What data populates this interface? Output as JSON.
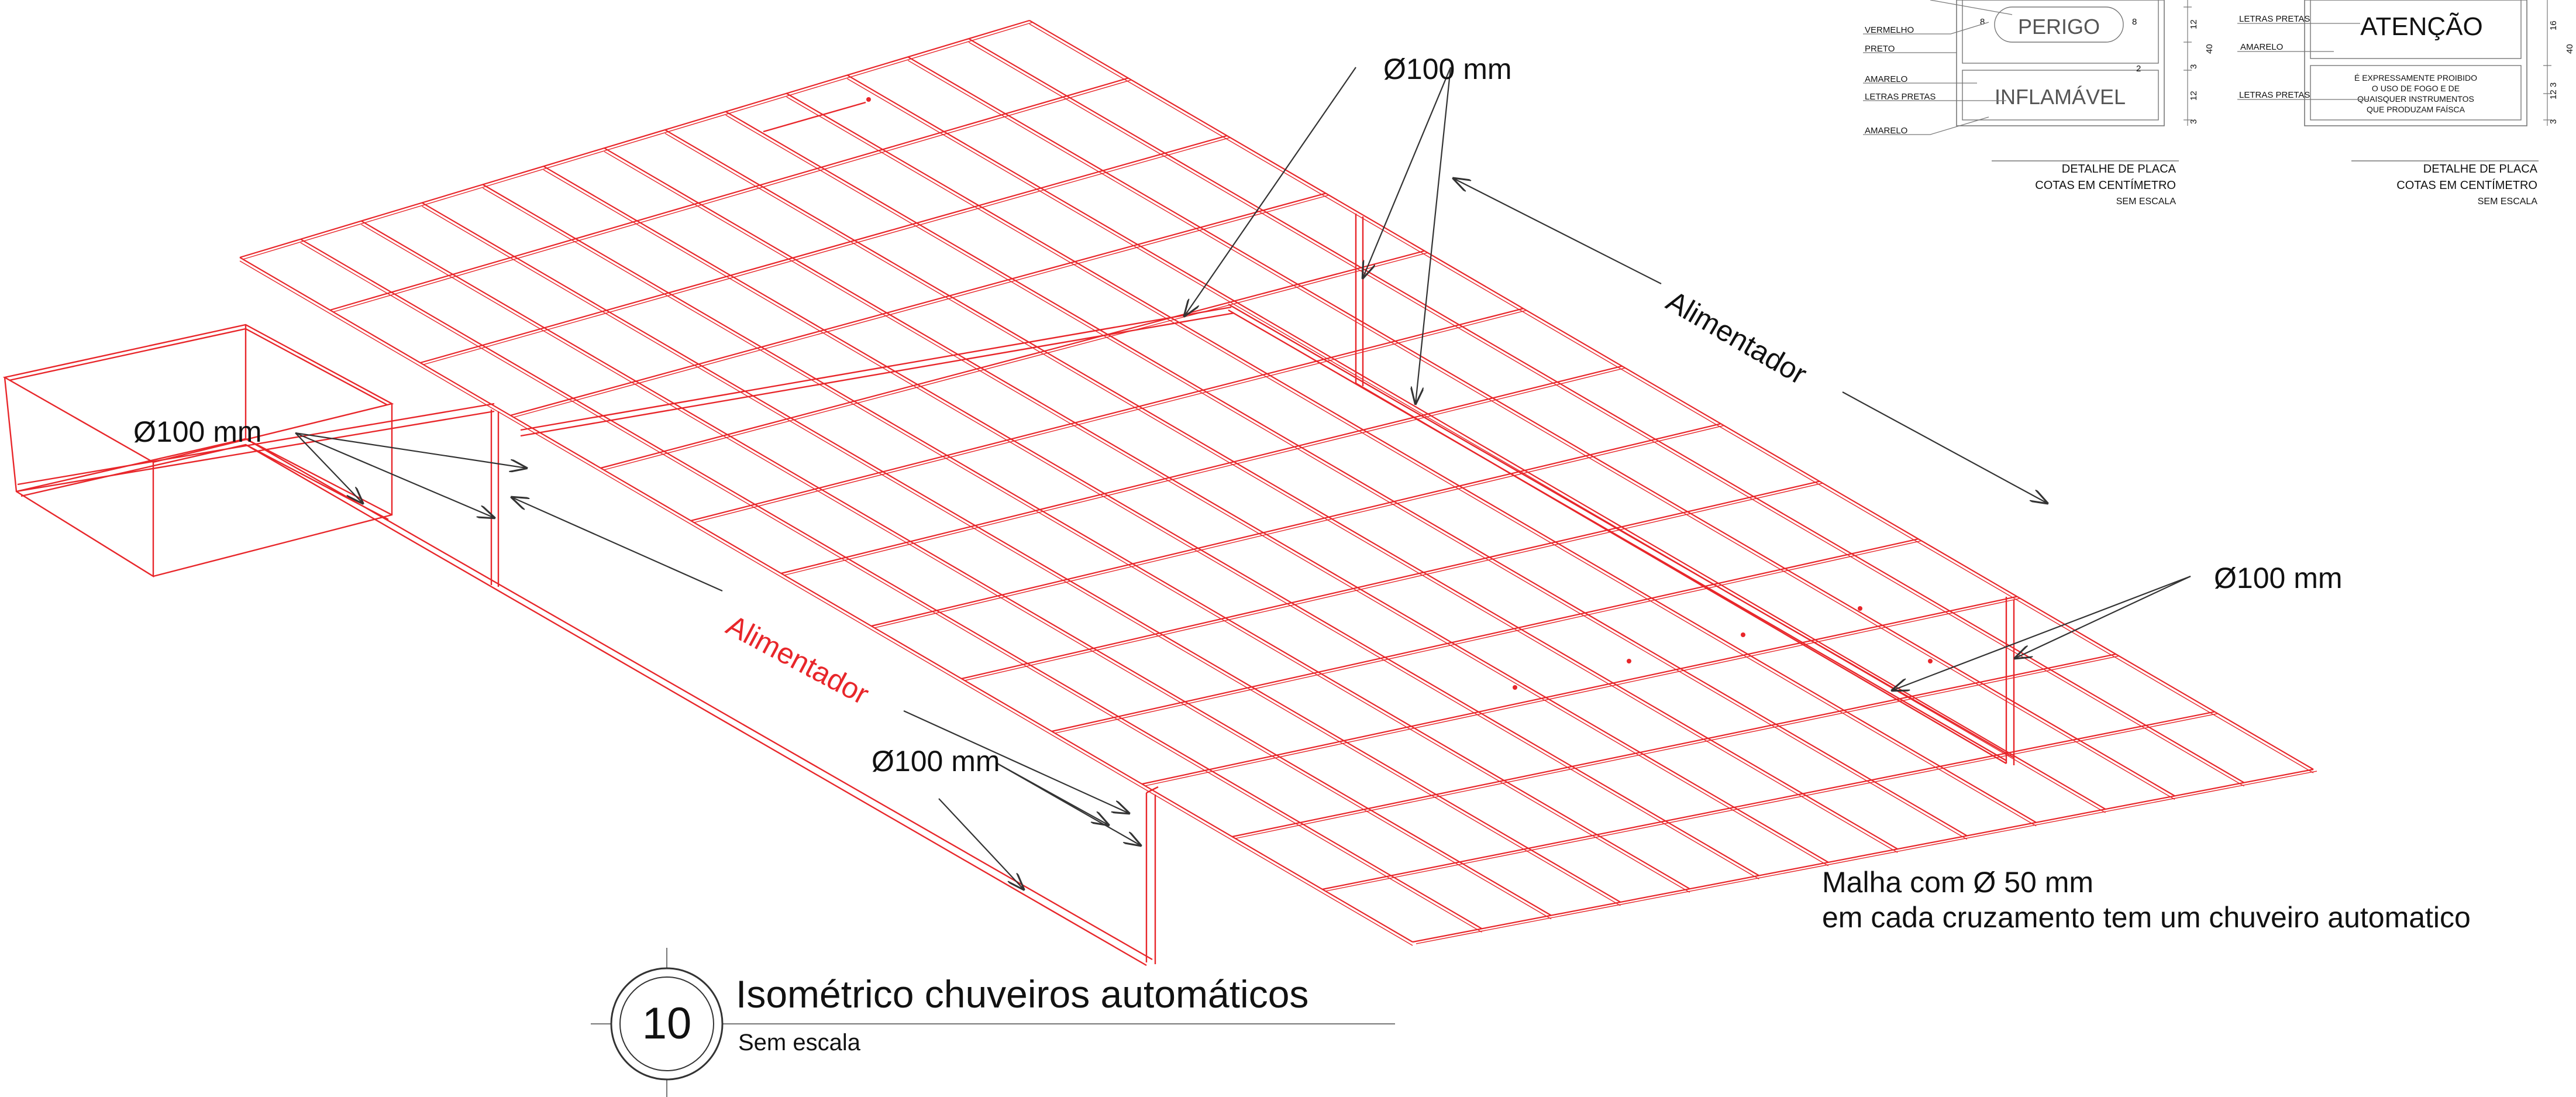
{
  "colors": {
    "pipe": "#e8262a",
    "leader": "#333333",
    "text": "#111111",
    "accent_text": "#e8262a"
  },
  "labels": {
    "d1": "Ø100 mm",
    "d2": "Ø100 mm",
    "d3": "Ø100 mm",
    "d4": "Ø100 mm",
    "alim_black": "Alimentador",
    "alim_red": "Alimentador",
    "malha_line1": "Malha com Ø 50 mm",
    "malha_line2": "em cada cruzamento tem um chuveiro automatico"
  },
  "title_block": {
    "number": "10",
    "title": "Isométrico chuveiros automáticos",
    "scale": "Sem escala"
  },
  "sign_perigo": {
    "labels": [
      "VERMELHO",
      "PRETO",
      "AMARELO",
      "LETRAS PRETAS",
      "AMARELO"
    ],
    "main": "PERIGO",
    "sub": "INFLAMÁVEL",
    "dims_side": [
      "8",
      "8",
      "2"
    ],
    "dims_right": [
      "12",
      "40",
      "3",
      "12",
      "3"
    ],
    "caption": [
      "DETALHE DE PLACA",
      "COTAS EM CENTÍMETRO",
      "SEM ESCALA"
    ]
  },
  "sign_atencao": {
    "labels": [
      "LETRAS PRETAS",
      "AMARELO",
      "LETRAS PRETAS"
    ],
    "main": "ATENÇÃO",
    "body": [
      "É EXPRESSAMENTE PROIBIDO",
      "O USO DE FOGO E DE",
      "QUAISQUER  INSTRUMENTOS",
      "QUE PRODUZAM FAÍSCA"
    ],
    "dims_right": [
      "16",
      "40",
      "12 3",
      "3"
    ],
    "caption": [
      "DETALHE DE PLACA",
      "COTAS EM CENTÍMETRO",
      "SEM ESCALA"
    ]
  }
}
